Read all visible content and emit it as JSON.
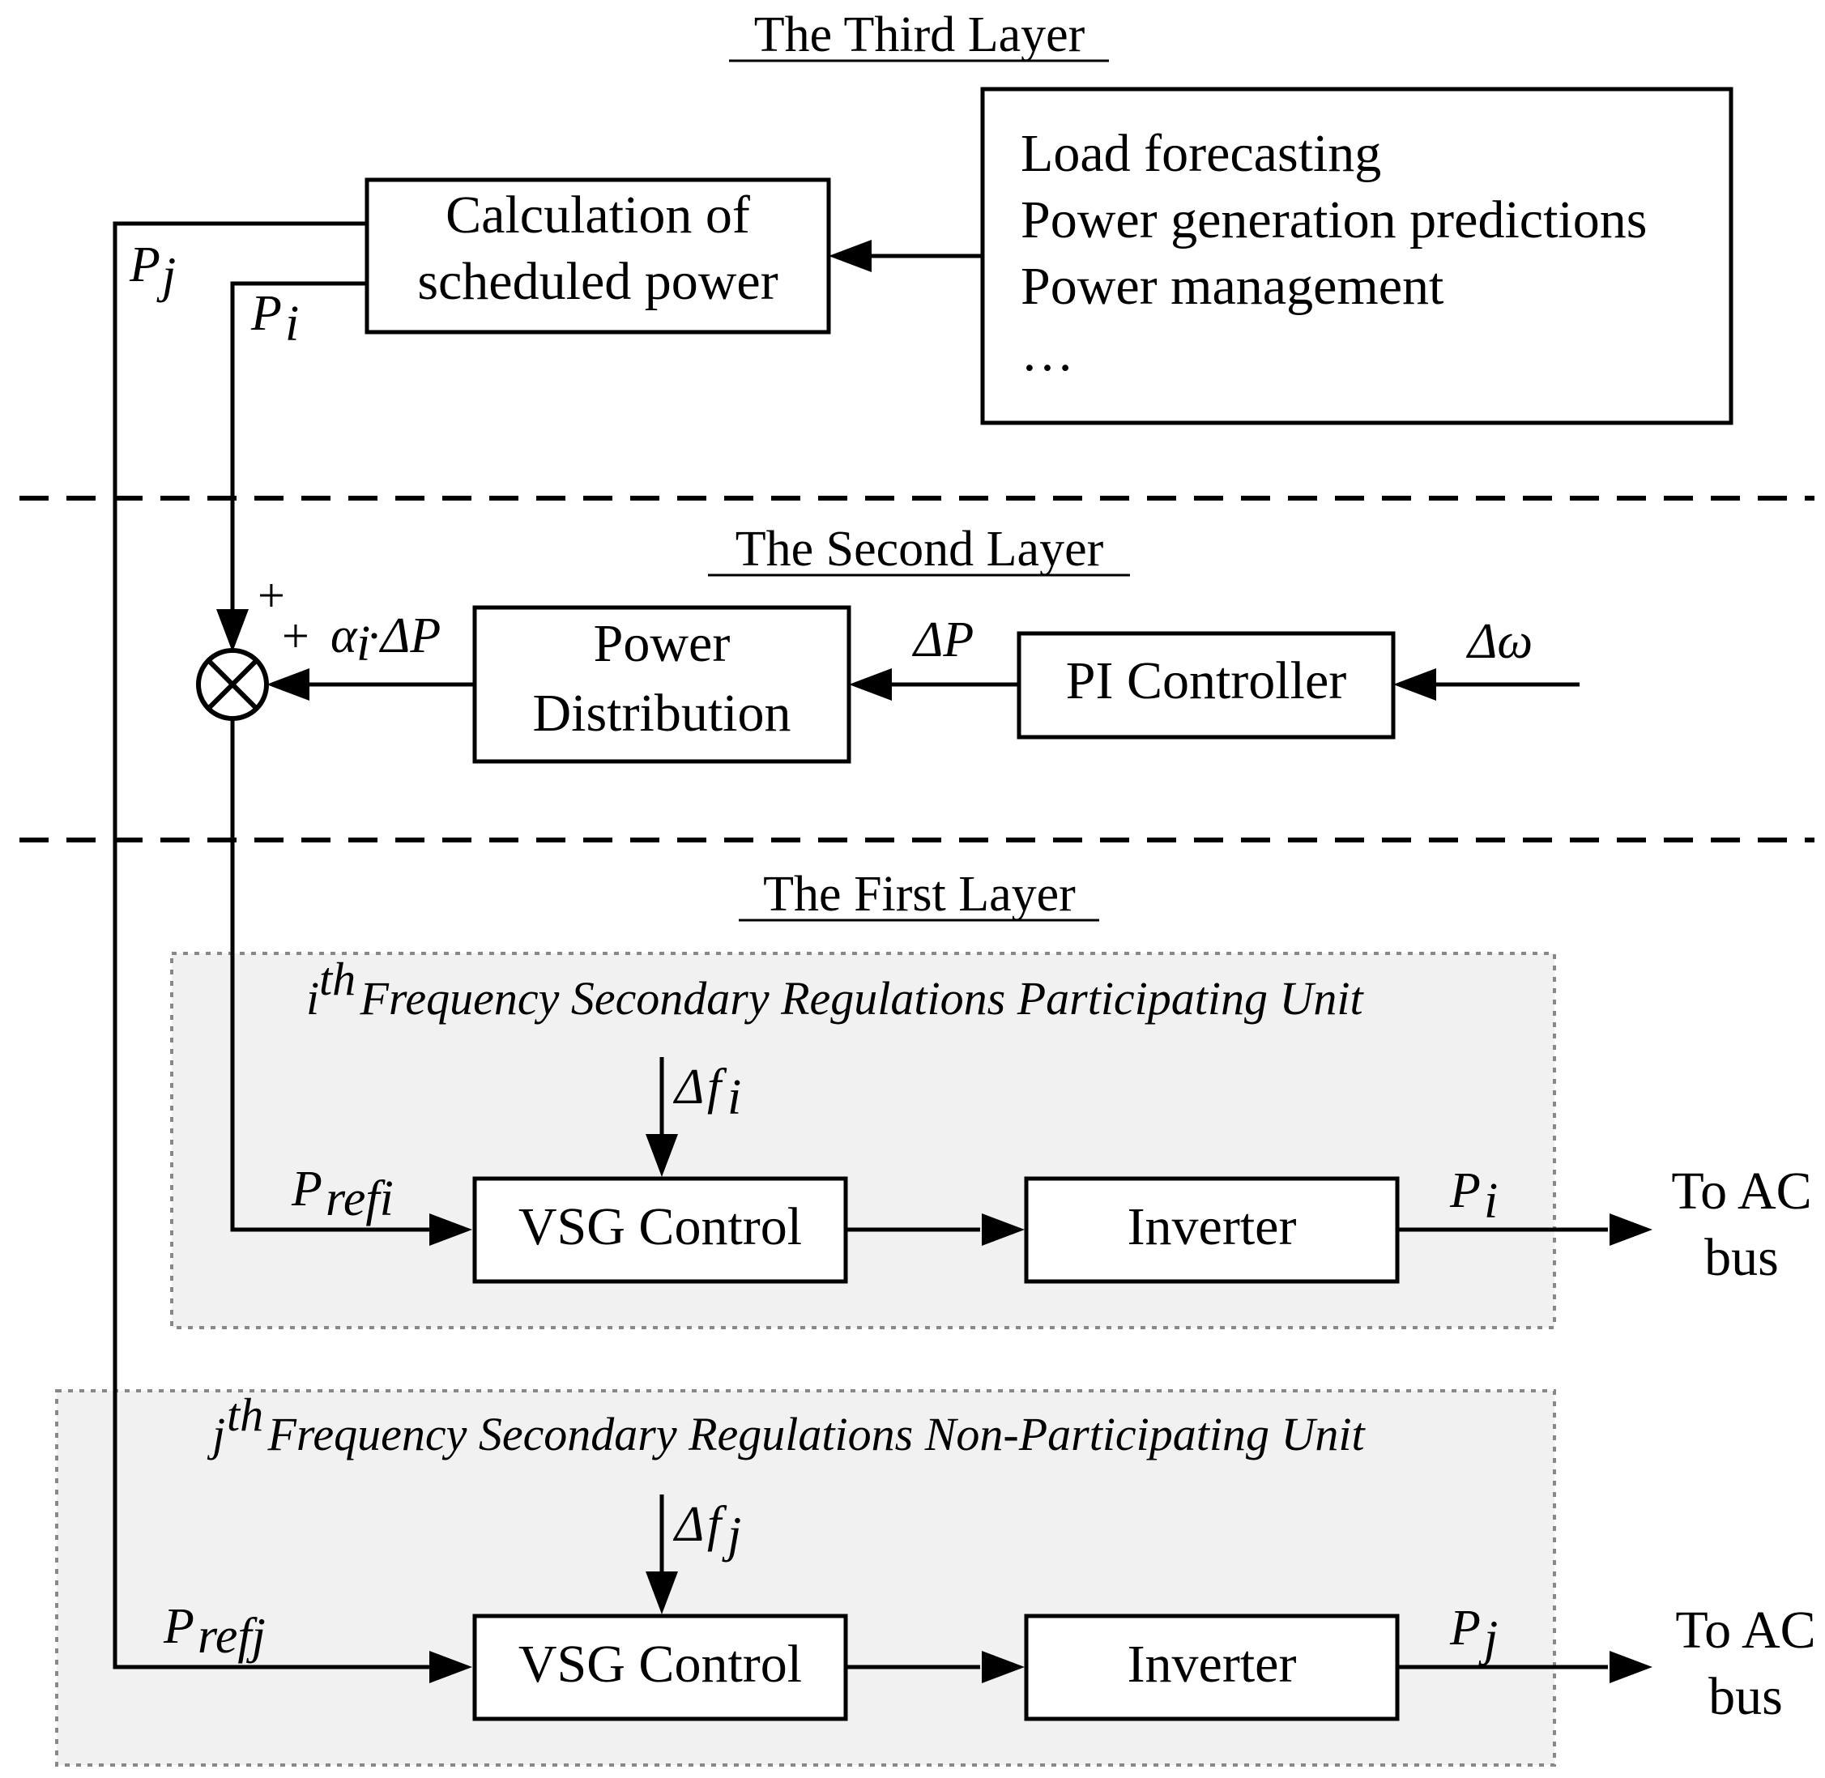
{
  "layers": {
    "third": "The Third Layer",
    "second": "The Second Layer",
    "first": "The First Layer"
  },
  "blocks": {
    "info_lines": [
      "Load forecasting",
      "Power generation predictions",
      "Power management",
      "…"
    ],
    "calc_line1": "Calculation of",
    "calc_line2": "scheduled power",
    "power_dist_line1": "Power",
    "power_dist_line2": "Distribution",
    "pi_controller": "PI Controller",
    "vsg_control": "VSG Control",
    "inverter": "Inverter"
  },
  "signals": {
    "P": "P",
    "i": "i",
    "j": "j",
    "ref_sub_i": "refi",
    "ref_sub_j": "refj",
    "delta": "Δ",
    "delta_P": "ΔP",
    "delta_omega": "Δω",
    "f": "f",
    "alpha": "α",
    "dot": "·",
    "plus": "+",
    "to_ac_line1": "To AC",
    "to_ac_line2": "bus"
  },
  "units": {
    "i_sup": "th",
    "i_title": " Frequency Secondary Regulations Participating Unit",
    "j_sup": "th",
    "j_title": " Frequency Secondary Regulations Non-Participating Unit"
  }
}
